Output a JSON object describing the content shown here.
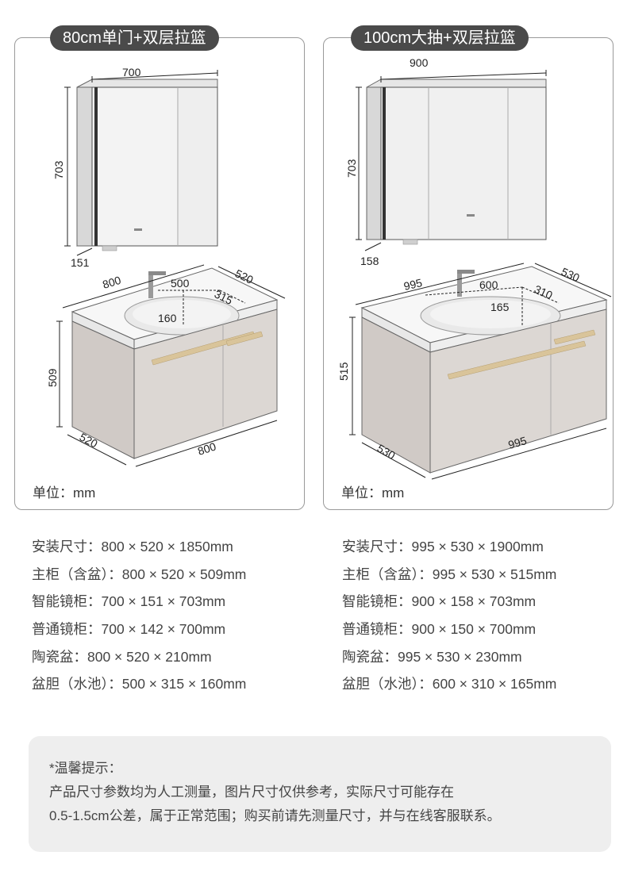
{
  "left": {
    "title": "80cm单门+双层拉篮",
    "unit_label": "单位：mm",
    "dims": {
      "mirror_width": "700",
      "mirror_height": "703",
      "mirror_depth": "151",
      "vanity_top_width": "800",
      "vanity_top_depth": "520",
      "basin_width": "500",
      "basin_length": "315",
      "basin_depth": "160",
      "vanity_height": "509",
      "vanity_bottom_depth": "520",
      "vanity_bottom_width": "800"
    },
    "specs": [
      "安装尺寸：800 × 520 × 1850mm",
      "主柜（含盆）：800 × 520 × 509mm",
      "智能镜柜：700 × 151 × 703mm",
      "普通镜柜：700 × 142 × 700mm",
      "陶瓷盆：800 × 520 × 210mm",
      "盆胆（水池）：500 × 315 × 160mm"
    ]
  },
  "right": {
    "title": "100cm大抽+双层拉篮",
    "unit_label": "单位：mm",
    "dims": {
      "mirror_width": "900",
      "mirror_height": "703",
      "mirror_depth": "158",
      "vanity_top_width": "995",
      "vanity_top_depth": "530",
      "basin_width": "600",
      "basin_length": "310",
      "basin_depth": "165",
      "vanity_height": "515",
      "vanity_bottom_depth": "530",
      "vanity_bottom_width": "995"
    },
    "specs": [
      "安装尺寸：995 × 530 × 1900mm",
      "主柜（含盆）：995 × 530 × 515mm",
      "智能镜柜：900 × 158 × 703mm",
      "普通镜柜：900 × 150 × 700mm",
      "陶瓷盆：995 × 530 × 230mm",
      "盆胆（水池）：600 × 310 × 165mm"
    ]
  },
  "notice": {
    "title": "*温馨提示：",
    "line1": "产品尺寸参数均为人工测量，图片尺寸仅供参考，实际尺寸可能存在",
    "line2": "0.5-1.5cm公差，属于正常范围；购买前请先测量尺寸，并与在线客服联系。"
  },
  "colors": {
    "pill_bg": "#4a4a4a",
    "cabinet": "#dcd7d3",
    "handle": "#d9c49a",
    "notice_bg": "#eeeeee"
  }
}
